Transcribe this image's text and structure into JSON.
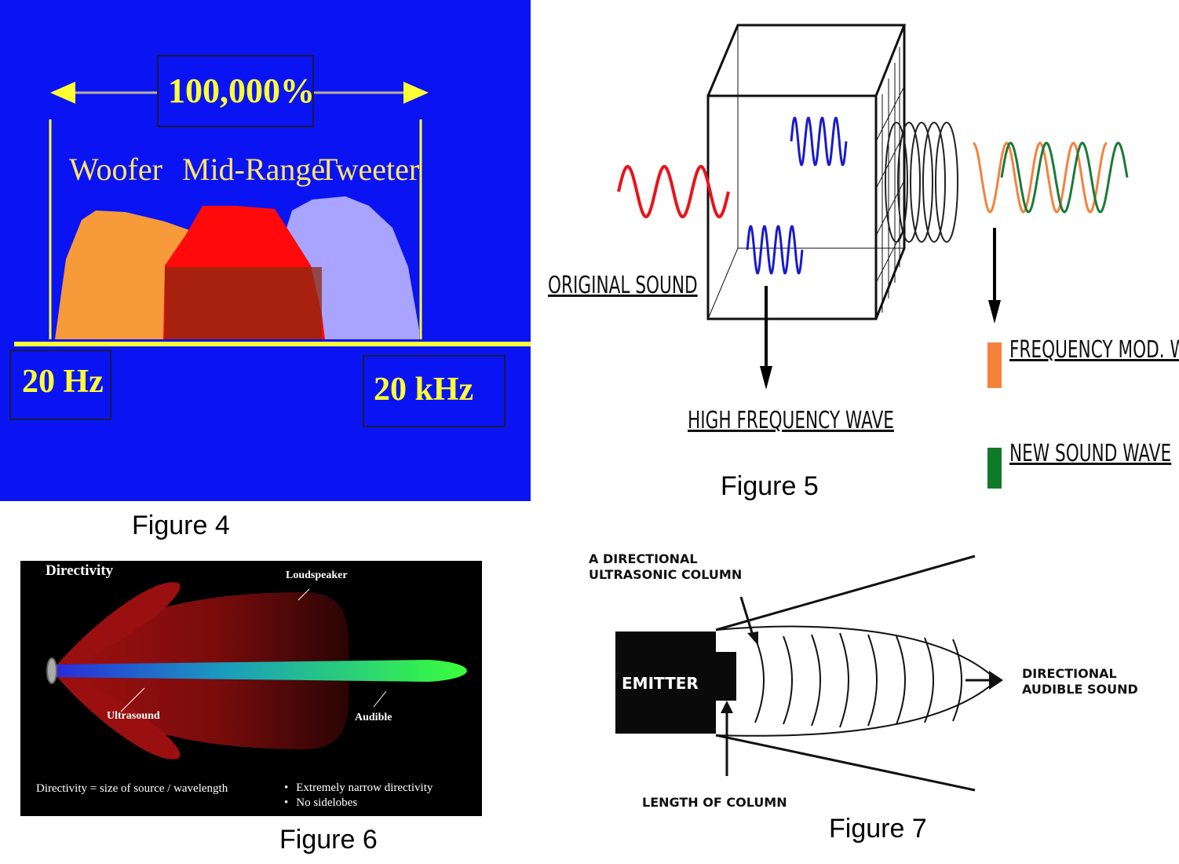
{
  "fig4": {
    "percent_label": "100,000%",
    "woofer_label": "Woofer",
    "midrange_label": "Mid-Range",
    "tweeter_label": "Tweeter",
    "low_freq_label": "20 Hz",
    "high_freq_label": "20 kHz",
    "caption": "Figure 4",
    "colors": {
      "background": "#0a14f2",
      "woofer": "#f79a3a",
      "midrange": "#ff0a0a",
      "tweeter": "#a8a4ff",
      "accent": "#ffff33"
    }
  },
  "fig5": {
    "original_sound_label": "ORIGINAL SOUND",
    "high_freq_wave_label": "HIGH FREQUENCY WAVE",
    "freq_mod_wave_label": "FREQUENCY MOD. WAVE",
    "new_sound_wave_label": "NEW SOUND WAVE",
    "caption": "Figure 5",
    "colors": {
      "original": "#e8141a",
      "carrier": "#1a1acc",
      "freq_mod": "#f5823c",
      "new_sound": "#1a7a3a"
    }
  },
  "fig6": {
    "title": "Directivity",
    "loudspeaker_label": "Loudspeaker",
    "ultrasound_label": "Ultrasound",
    "audible_label": "Audible",
    "formula": "Directivity = size of source / wavelength",
    "bullets": [
      "Extremely narrow directivity",
      "No sidelobes"
    ],
    "caption": "Figure 6"
  },
  "fig7": {
    "column_label": "A DIRECTIONAL\nULTRASONIC COLUMN",
    "emitter_label": "EMITTER",
    "audible_label": "DIRECTIONAL\nAUDIBLE SOUND",
    "length_label": "LENGTH OF COLUMN",
    "caption": "Figure 7"
  }
}
